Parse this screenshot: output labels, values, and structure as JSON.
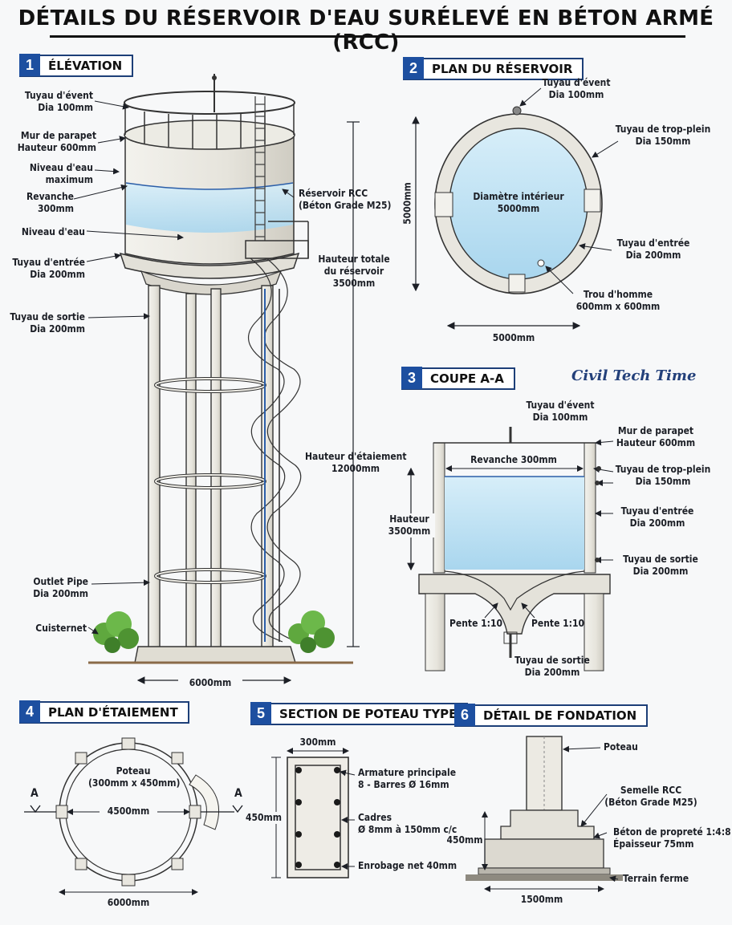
{
  "title": "DÉTAILS DU RÉSERVOIR D'EAU SURÉLEVÉ EN BÉTON ARMÉ (RCC)",
  "brand": "Civil Tech Time",
  "colors": {
    "accent": "#1d4fa0",
    "water": "#bfe3f4",
    "concrete": "#e9e7e0",
    "ink": "#1c1f26"
  },
  "sections": [
    {
      "num": "1",
      "label": "ÉLÉVATION"
    },
    {
      "num": "2",
      "label": "PLAN DU RÉSERVOIR"
    },
    {
      "num": "3",
      "label": "COUPE A-A"
    },
    {
      "num": "4",
      "label": "PLAN D'ÉTAIEMENT"
    },
    {
      "num": "5",
      "label": "SECTION DE POTEAU TYPE"
    },
    {
      "num": "6",
      "label": "DÉTAIL DE FONDATION"
    }
  ],
  "elevation": {
    "vent": "Tuyau d'évent\nDia 100mm",
    "parapet": "Mur de parapet\nHauteur 600mm",
    "max_level": "Niveau d'eau\nmaximum",
    "freeboard": "Revanche\n300mm",
    "water_level": "Niveau d'eau",
    "inlet": "Tuyau d'entrée\nDia 200mm",
    "outlet_fr": "Tuyau de sortie\nDia 200mm",
    "rcc_tank": "Réservoir RCC\n(Béton Grade M25)",
    "total_height": "Hauteur totale\ndu réservoir\n3500mm",
    "staging_height": "Hauteur d'étaiement\n12000mm",
    "outlet_en": "Outlet Pipe\nDia 200mm",
    "cistern": "Cuisternet",
    "base_width": "6000mm"
  },
  "tank_plan": {
    "vent": "Tuyau d'évent\nDia 100mm",
    "overflow": "Tuyau de trop-plein\nDia 150mm",
    "inner_diameter": "Diamètre intérieur\n5000mm",
    "inlet": "Tuyau d'entrée\nDia 200mm",
    "manhole": "Trou d'homme\n600mm x 600mm",
    "dim_vertical": "5000mm",
    "dim_horizontal": "5000mm"
  },
  "section_aa": {
    "vent": "Tuyau d'évent\nDia 100mm",
    "parapet": "Mur de parapet\nHauteur 600mm",
    "freeboard": "Revanche 300mm",
    "overflow": "Tuyau de trop-plein\nDia 150mm",
    "height": "Hauteur\n3500mm",
    "inlet": "Tuyau d'entrée\nDia 200mm",
    "outlet": "Tuyau de sortie\nDia 200mm",
    "slope_left": "Pente 1:10",
    "slope_right": "Pente 1:10",
    "bottom_outlet": "Tuyau de sortie\nDia 200mm"
  },
  "staging_plan": {
    "column": "Poteau\n(300mm x 450mm)",
    "inner_dim": "4500mm",
    "outer_dim": "6000mm",
    "cut_left": "A",
    "cut_right": "A"
  },
  "column_section": {
    "width": "300mm",
    "height": "450mm",
    "main_bars": "Armature principale\n8 - Barres Ø 16mm",
    "ties": "Cadres\nØ 8mm à 150mm c/c",
    "cover": "Enrobage net 40mm"
  },
  "foundation": {
    "column": "Poteau",
    "footing": "Semelle RCC\n(Béton Grade M25)",
    "pcc": "Béton de propreté 1:4:8\nÉpaisseur 75mm",
    "depth": "450mm",
    "ground": "Terrain ferme",
    "width": "1500mm"
  }
}
